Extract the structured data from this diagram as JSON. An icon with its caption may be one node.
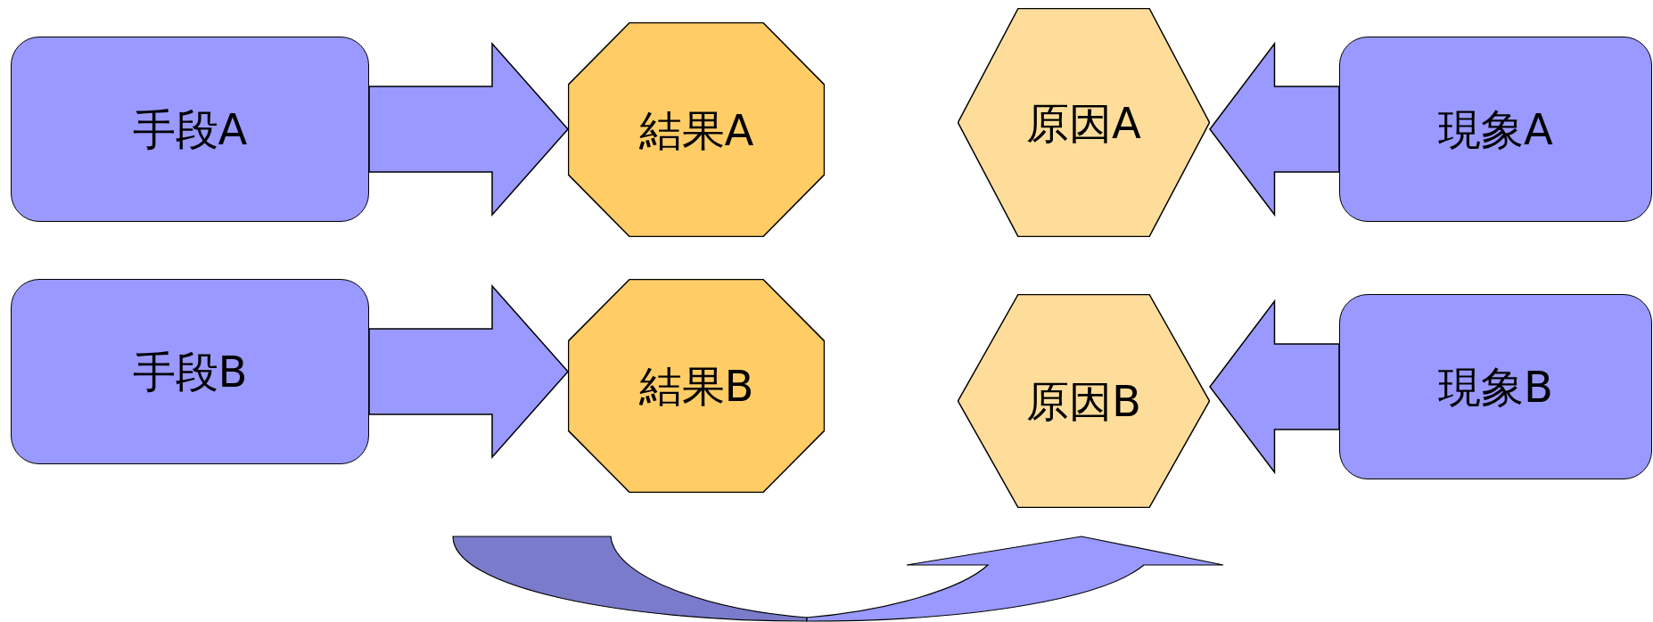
{
  "diagram": {
    "nodes": [
      {
        "text": [
          "手段A"
        ]
      },
      {
        "text": [
          "結果A"
        ]
      },
      {
        "text": [
          "原因A"
        ]
      },
      {
        "text": [
          "現象A"
        ]
      },
      {
        "text": [
          "手段B"
        ]
      },
      {
        "text": [
          "結果B"
        ]
      },
      {
        "text": [
          "原因B"
        ]
      },
      {
        "text": [
          "現象B"
        ]
      }
    ],
    "edges": [
      {
        "from": 0,
        "to": 1,
        "arrow": "to",
        "style": "thick"
      },
      {
        "from": 3,
        "to": 2,
        "arrow": "to",
        "style": "thick"
      },
      {
        "from": 4,
        "to": 5,
        "arrow": "to",
        "style": "thick"
      },
      {
        "from": 7,
        "to": 6,
        "arrow": "to",
        "style": "thick"
      }
    ]
  }
}
